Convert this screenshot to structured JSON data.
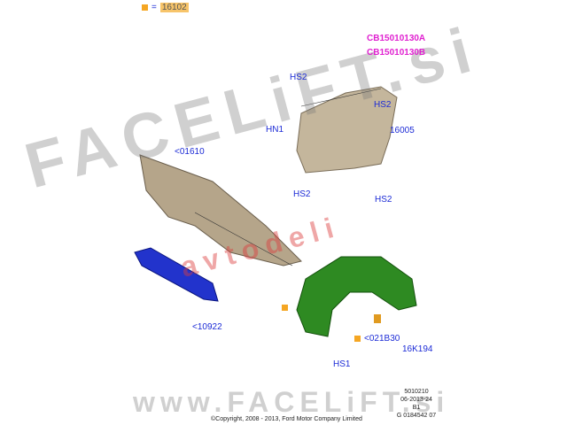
{
  "legend": {
    "equals": "=",
    "part": "16102",
    "color": "#f5a623"
  },
  "labels": {
    "cb_a": "CB15010130A",
    "cb_b": "CB15010130B",
    "hs2_top": "HS2",
    "hs2_right": "HS2",
    "hn1": "HN1",
    "p16005": "16005",
    "p01610": "<01610",
    "hs2_mid": "HS2",
    "hs2_low": "HS2",
    "p10922": "<10922",
    "p021b30": "<021B30",
    "p16k194": "16K194",
    "hs1": "HS1"
  },
  "watermark": {
    "main": "FACELiFT.si",
    "sub": "avtodeli",
    "bottom": "www.FACELiFT.si"
  },
  "meta": {
    "l1": "5010210",
    "l2": "06-2013-24",
    "l3": "B1",
    "l4": "G 0184542 07"
  },
  "copyright": "©Copyright, 2008 - 2013, Ford Motor Company Limited"
}
